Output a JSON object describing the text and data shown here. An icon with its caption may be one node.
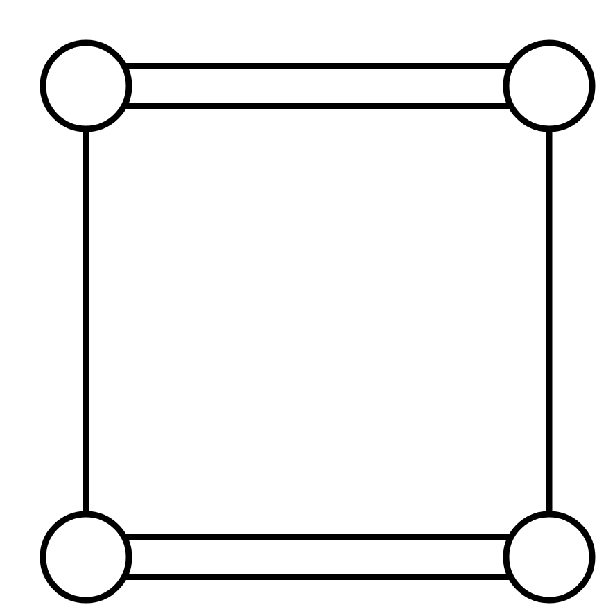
{
  "diagram": {
    "nodes": [
      {
        "text": [],
        "shape": "circle"
      },
      {
        "text": [],
        "shape": "circle"
      },
      {
        "text": [],
        "shape": "circle"
      },
      {
        "text": [],
        "shape": "circle"
      }
    ],
    "edges": [
      {
        "from": 0,
        "to": 1,
        "arrow": "none",
        "style": "thick"
      },
      {
        "from": 0,
        "to": 2,
        "arrow": "none"
      },
      {
        "from": 1,
        "to": 3,
        "arrow": "none"
      },
      {
        "from": 2,
        "to": 3,
        "arrow": "none",
        "style": "thick"
      }
    ]
  }
}
